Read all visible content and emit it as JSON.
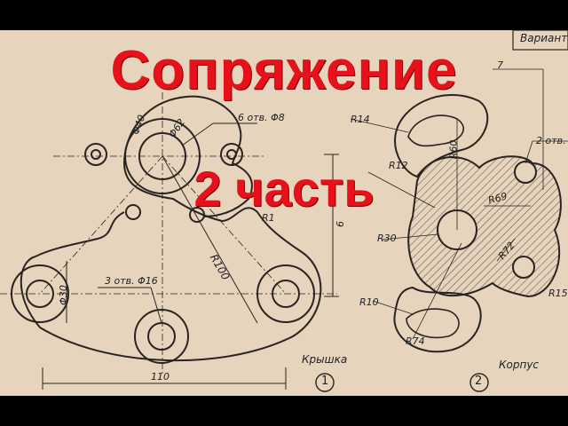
{
  "title": {
    "line1": "Сопряжение",
    "line2": "2 часть"
  },
  "labels": {
    "variant": "Вариант",
    "dim_40": "Φ40",
    "dim_62": "Φ62",
    "holes_8": "6 отв. Φ8",
    "holes_16": "3 отв. Φ16",
    "dim_30": "Φ30",
    "r100": "R100",
    "r1": "R1",
    "w110": "110",
    "h6": "6",
    "part1_name": "Крышка",
    "part1_num": "1",
    "part2_name": "Корпус",
    "part2_num": "2",
    "r14": "R14",
    "r12": "R12",
    "r60": "R60",
    "r30": "R30",
    "r10": "R10",
    "r74": "R74",
    "r69": "R69",
    "r72": "R72",
    "r15": "R15",
    "holes_2": "2 отв.",
    "top_7": "7"
  },
  "colors": {
    "paper": "#e6d4bd",
    "ink": "#2a2420",
    "title_red": "#e8101a",
    "hatch": "#7a6a5e"
  }
}
